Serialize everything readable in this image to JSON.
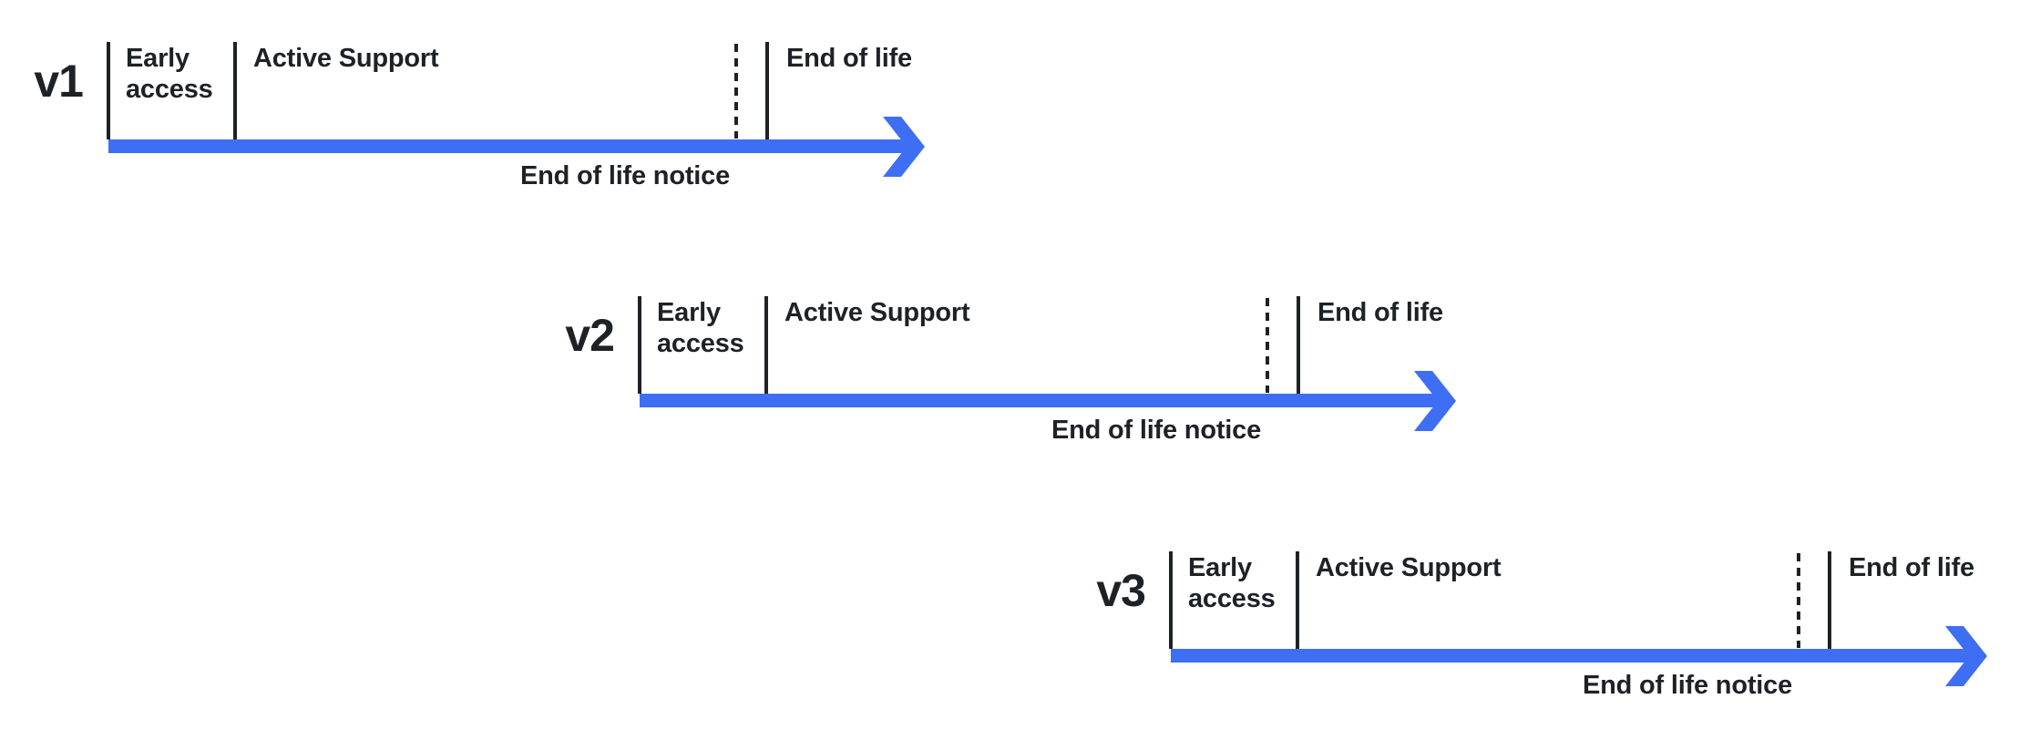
{
  "colors": {
    "accent_blue": "#3E6EF3",
    "ink": "#1E2227"
  },
  "rows": [
    {
      "version": "v1",
      "early_access": "Early access",
      "active_support": "Active Support",
      "end_of_life": "End of life",
      "eol_notice": "End of life notice"
    },
    {
      "version": "v2",
      "early_access": "Early access",
      "active_support": "Active Support",
      "end_of_life": "End of life",
      "eol_notice": "End of life notice"
    },
    {
      "version": "v3",
      "early_access": "Early access",
      "active_support": "Active Support",
      "end_of_life": "End of life",
      "eol_notice": "End of life notice"
    }
  ]
}
